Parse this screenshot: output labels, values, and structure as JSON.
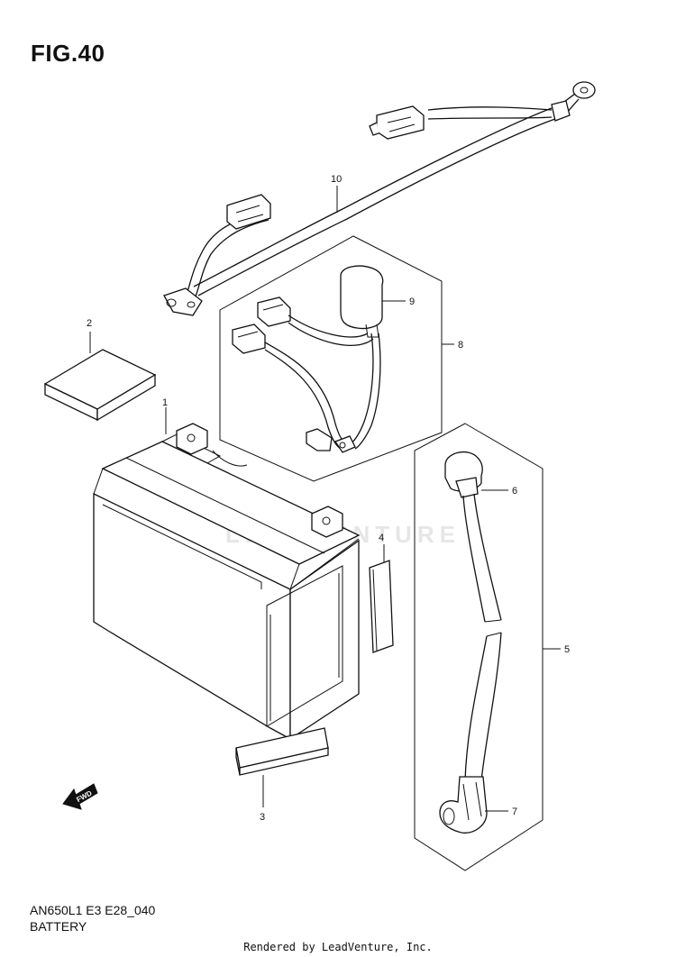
{
  "figure": {
    "title": "FIG.40",
    "model_code": "AN650L1 E3 E28_040",
    "section_name": "BATTERY",
    "footer": "Rendered by LeadVenture, Inc.",
    "watermark": "LEADVENTURE",
    "fwd_label": "FWD"
  },
  "callouts": [
    {
      "num": "1",
      "part": "battery"
    },
    {
      "num": "2",
      "part": "spacer pad"
    },
    {
      "num": "3",
      "part": "lower cushion"
    },
    {
      "num": "4",
      "part": "side cushion"
    },
    {
      "num": "5",
      "part": "starter cable assembly"
    },
    {
      "num": "6",
      "part": "upper terminal cap"
    },
    {
      "num": "7",
      "part": "lower terminal cap"
    },
    {
      "num": "8",
      "part": "negative lead assembly"
    },
    {
      "num": "9",
      "part": "terminal cap"
    },
    {
      "num": "10",
      "part": "wiring harness"
    }
  ]
}
